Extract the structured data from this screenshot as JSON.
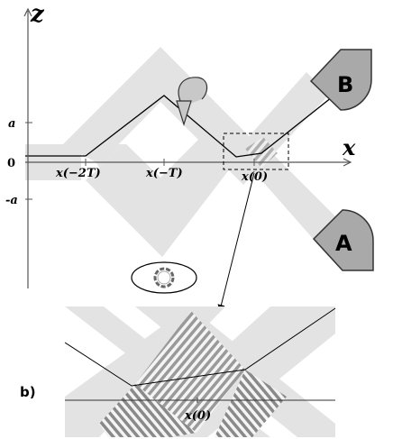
{
  "axes": {
    "z_label": "z",
    "x_label": "x",
    "tick_a": "a",
    "tick_zero": "0",
    "tick_neg_a": "-a"
  },
  "points": {
    "x_m2T": "x(−2T)",
    "x_mT": "x(−T)",
    "x_0": "x(0)"
  },
  "detectors": {
    "B": "B",
    "A": "A"
  },
  "inset": {
    "panel_label": "b)",
    "point_label": "x(0)"
  },
  "colors": {
    "beam": "#e3e3e3",
    "detector": "#a9a9a9",
    "line": "#000000"
  },
  "icons": [
    "rotation-arrow-icon",
    "tilted-ring-icon"
  ]
}
